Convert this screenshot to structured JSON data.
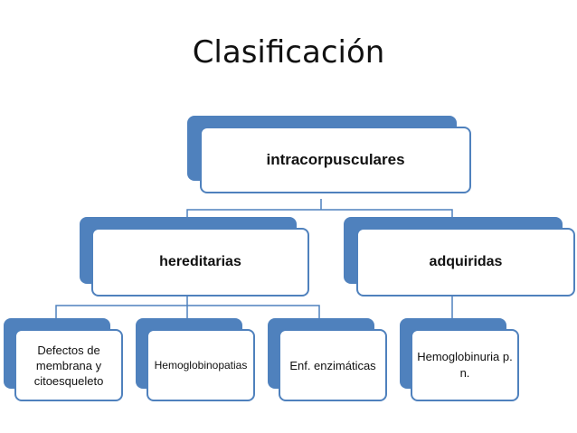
{
  "title": "Clasificación",
  "colors": {
    "accent": "#4f81bd",
    "text": "#111111"
  },
  "nodes": {
    "root": "intracorpusculares",
    "hereditarias": "hereditarias",
    "adquiridas": "adquiridas",
    "membrana": "Defectos de membrana y citoesqueleto",
    "hemoglobinopatias": "Hemoglobinopatias",
    "enzimaticas": "Enf. enzimáticas",
    "hemoglobinuria": "Hemoglobinuria p. n."
  }
}
